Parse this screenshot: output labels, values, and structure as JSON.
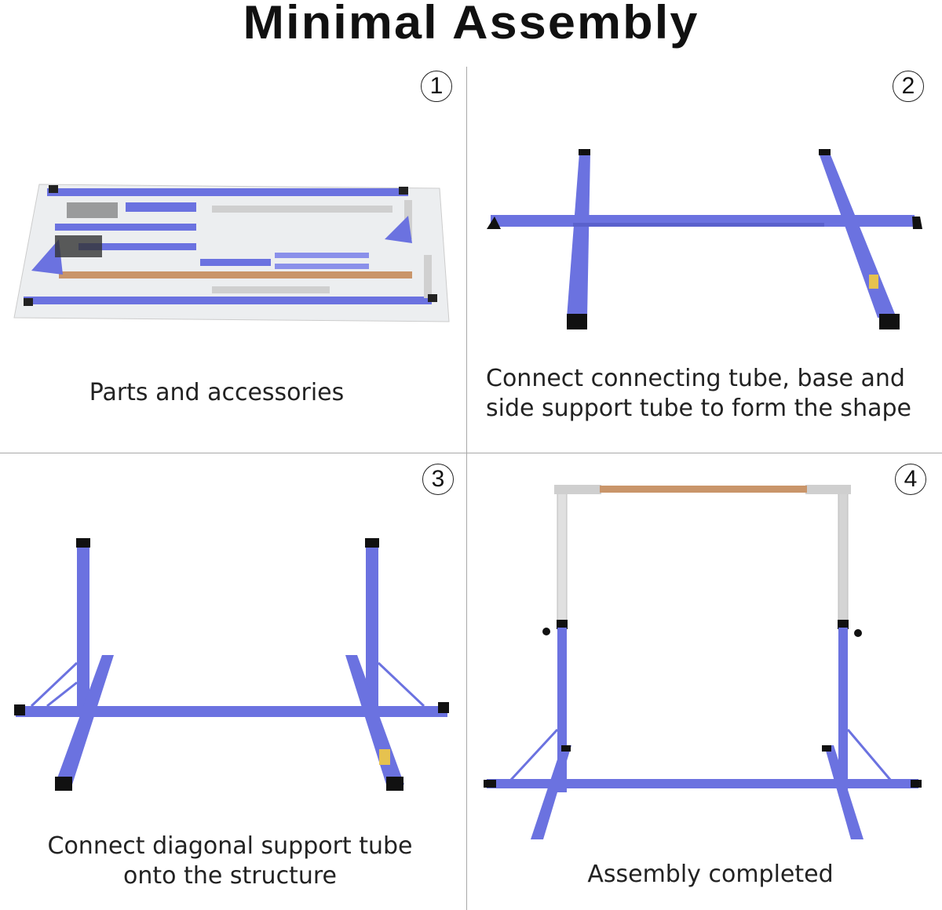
{
  "title": "Minimal Assembly",
  "colors": {
    "frame_blue": "#6b72e0",
    "wood": "#c9956a",
    "steel": "#d8d8d8"
  },
  "panels": [
    {
      "number": "1",
      "caption": [
        "Parts and accessories"
      ]
    },
    {
      "number": "2",
      "caption": [
        "Connect connecting tube, base and",
        "side support tube to form the shape"
      ]
    },
    {
      "number": "3",
      "caption": [
        "Connect diagonal support tube",
        "onto the structure"
      ]
    },
    {
      "number": "4",
      "caption": [
        "Assembly completed"
      ]
    }
  ]
}
